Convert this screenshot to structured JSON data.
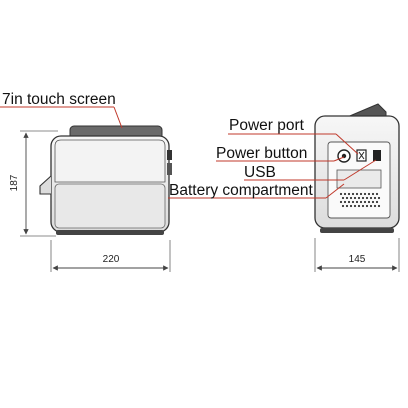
{
  "labels": {
    "touch_screen": "7in touch screen",
    "power_port": "Power port",
    "power_button": "Power button",
    "usb": "USB",
    "battery": "Battery compartment"
  },
  "dimensions": {
    "height": "187",
    "width": "220",
    "depth": "145"
  },
  "colors": {
    "callout": "#c0392b",
    "outline": "#333333",
    "dimension": "#444444"
  }
}
